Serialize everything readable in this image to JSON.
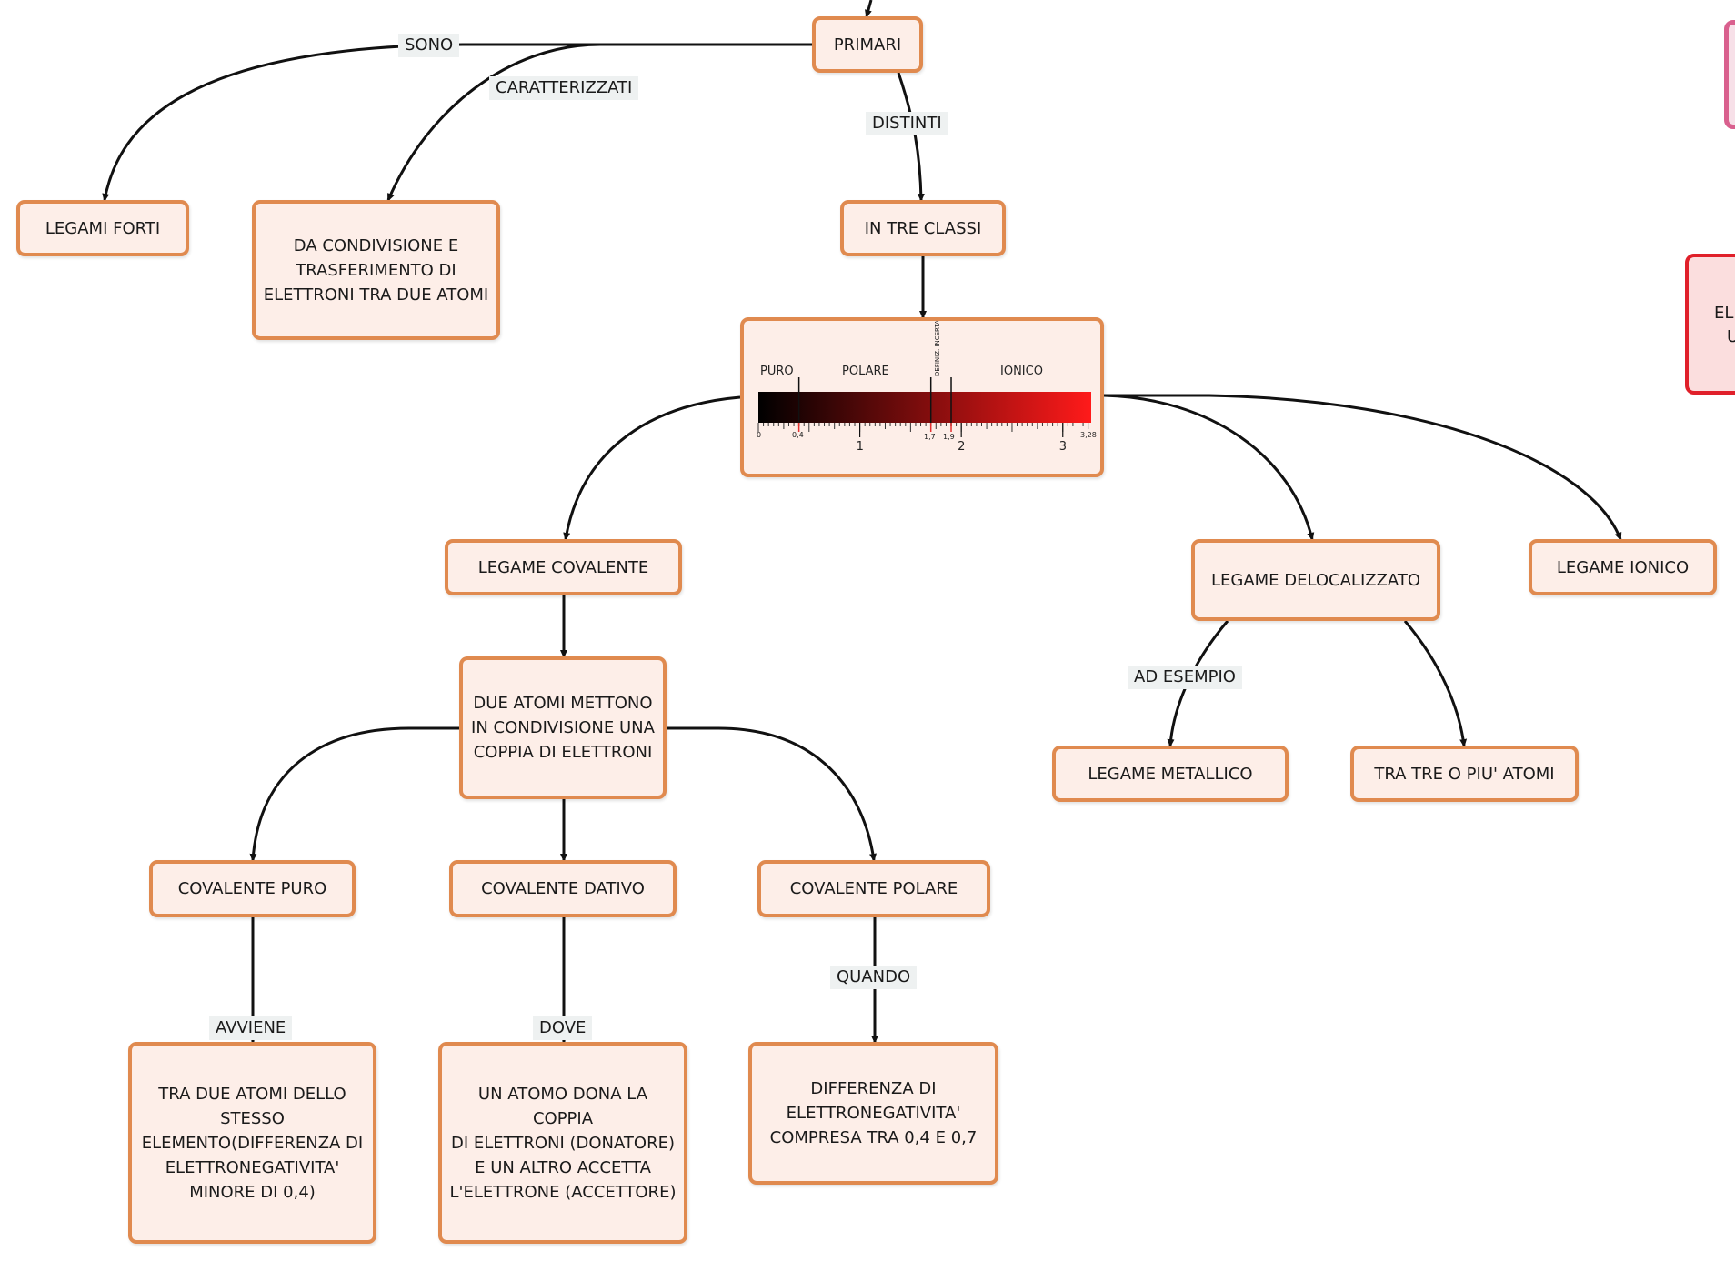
{
  "nodes": {
    "primari": "PRIMARI",
    "legami_forti": "LEGAMI FORTI",
    "da_condivisione": [
      "DA CONDIVISIONE E",
      "TRASFERIMENTO DI",
      "ELETTRONI TRA DUE ATOMI"
    ],
    "in_tre_classi": "IN TRE CLASSI",
    "legame_covalente": "LEGAME COVALENTE",
    "legame_delocalizzato": "LEGAME DELOCALIZZATO",
    "legame_ionico": "LEGAME IONICO",
    "due_atomi": [
      "DUE ATOMI METTONO",
      "IN CONDIVISIONE UNA",
      "COPPIA DI ELETTRONI"
    ],
    "legame_metallico": "LEGAME METALLICO",
    "tra_tre": "TRA TRE O PIU' ATOMI",
    "covalente_puro": "COVALENTE PURO",
    "covalente_dativo": "COVALENTE DATIVO",
    "covalente_polare": "COVALENTE POLARE",
    "tra_due_atomi": [
      "TRA DUE ATOMI DELLO",
      "STESSO",
      "ELEMENTO(DIFFERENZA DI",
      "ELETTRONEGATIVITA'",
      "MINORE DI 0,4)"
    ],
    "un_atomo_dona": [
      "UN ATOMO DONA LA COPPIA",
      "DI ELETTRONI (DONATORE)",
      "E UN ALTRO ACCETTA",
      "L'ELETTRONE (ACCETTORE)"
    ],
    "differenza": [
      "DIFFERENZA DI",
      "ELETTRONEGATIVITA'",
      "COMPRESA TRA 0,4 E 0,7"
    ],
    "partial_right": [
      "ELI",
      "U"
    ]
  },
  "labels": {
    "sono": "SONO",
    "caratterizzati": "CARATTERIZZATI",
    "distinti": "DISTINTI",
    "ad_esempio": "AD ESEMPIO",
    "avviene": "AVVIENE",
    "dove": "DOVE",
    "quando": "QUANDO"
  },
  "scale": {
    "regions": [
      "PURO",
      "POLARE",
      "DEFINIZ. INCERTA",
      "IONICO"
    ],
    "min": 0,
    "max": 3.28,
    "markers": [
      0.4,
      1.7,
      1.9
    ],
    "major_ticks": [
      1,
      2,
      3
    ],
    "small_labels": [
      "0",
      "0,4",
      "1,7",
      "1,9",
      "3,28"
    ],
    "gradient": [
      "#000000",
      "#ff1a1a"
    ]
  }
}
